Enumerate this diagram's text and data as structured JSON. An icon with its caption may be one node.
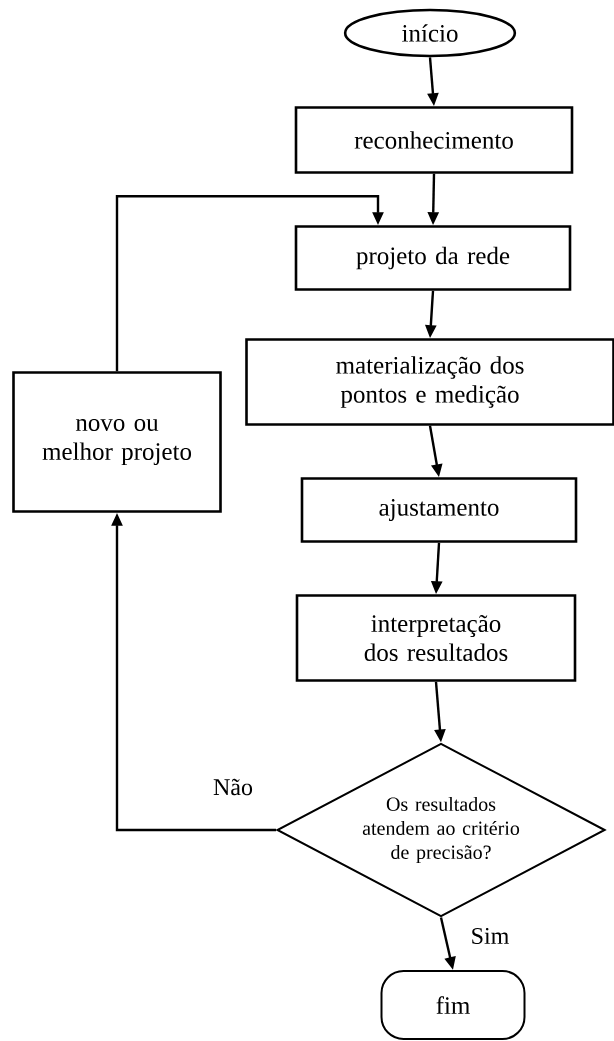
{
  "diagram": {
    "nodes": [
      {
        "text": [
          "início"
        ]
      },
      {
        "text": [
          "reconhecimento"
        ]
      },
      {
        "text": [
          "projeto da rede"
        ]
      },
      {
        "text": [
          "materialização dos pontos e medição"
        ]
      },
      {
        "text": [
          "ajustamento"
        ]
      },
      {
        "text": [
          "interpretação dos resultados"
        ]
      },
      {
        "text": [
          "Os resultados atendem ao critério de precisão?"
        ]
      },
      {
        "text": [
          "fim"
        ]
      },
      {
        "text": [
          "novo ou melhor projeto"
        ]
      }
    ],
    "edges": [
      {
        "from": 0,
        "to": 1,
        "arrow": "to"
      },
      {
        "from": 1,
        "to": 2,
        "arrow": "to"
      },
      {
        "from": 2,
        "to": 3,
        "arrow": "to"
      },
      {
        "from": 3,
        "to": 4,
        "arrow": "to"
      },
      {
        "from": 4,
        "to": 5,
        "arrow": "to"
      },
      {
        "from": 5,
        "to": 6,
        "arrow": "to"
      },
      {
        "from": 6,
        "to": 7,
        "arrow": "to",
        "label": "Sim"
      },
      {
        "from": 6,
        "to": 8,
        "arrow": "to",
        "label": "Não"
      },
      {
        "from": 8,
        "to": 2,
        "arrow": "to"
      }
    ]
  }
}
